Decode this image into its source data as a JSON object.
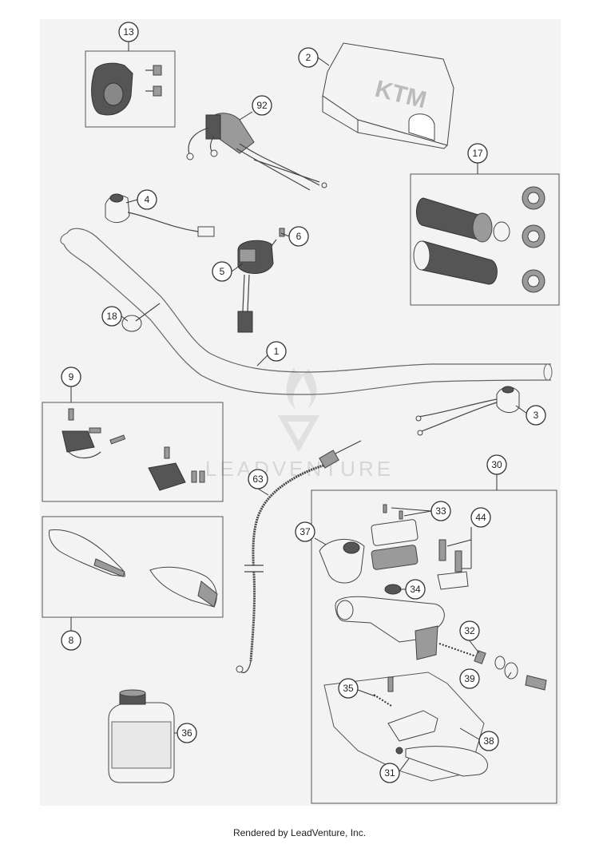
{
  "diagram": {
    "callouts": [
      {
        "id": "c1",
        "label": "1"
      },
      {
        "id": "c2",
        "label": "2"
      },
      {
        "id": "c3",
        "label": "3"
      },
      {
        "id": "c4",
        "label": "4"
      },
      {
        "id": "c5",
        "label": "5"
      },
      {
        "id": "c6",
        "label": "6"
      },
      {
        "id": "c8",
        "label": "8"
      },
      {
        "id": "c9",
        "label": "9"
      },
      {
        "id": "c13",
        "label": "13"
      },
      {
        "id": "c17",
        "label": "17"
      },
      {
        "id": "c18",
        "label": "18"
      },
      {
        "id": "c30",
        "label": "30"
      },
      {
        "id": "c31",
        "label": "31"
      },
      {
        "id": "c32",
        "label": "32"
      },
      {
        "id": "c33",
        "label": "33"
      },
      {
        "id": "c34",
        "label": "34"
      },
      {
        "id": "c35",
        "label": "35"
      },
      {
        "id": "c36",
        "label": "36"
      },
      {
        "id": "c37",
        "label": "37"
      },
      {
        "id": "c38",
        "label": "38"
      },
      {
        "id": "c39",
        "label": "39"
      },
      {
        "id": "c44",
        "label": "44"
      },
      {
        "id": "c63",
        "label": "63"
      },
      {
        "id": "c92",
        "label": "92"
      }
    ],
    "watermark": "LEADVENTURE",
    "colors": {
      "line": "#333333",
      "fill_light": "#f4f4f4",
      "fill_dark": "#555555",
      "watermark": "#cfcfcf"
    }
  },
  "footer": {
    "text": "Rendered by LeadVenture, Inc."
  }
}
